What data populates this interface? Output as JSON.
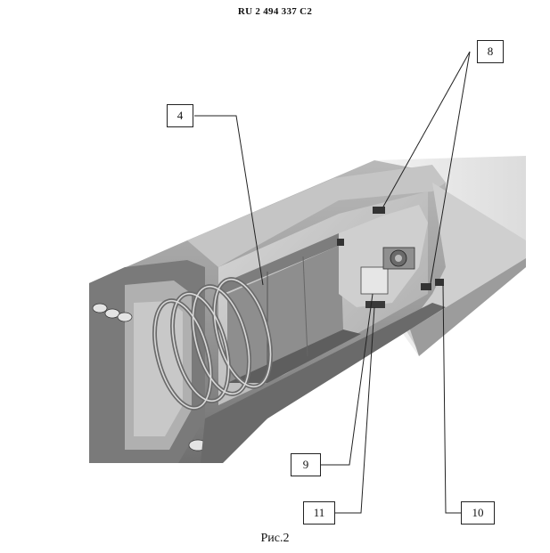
{
  "document": {
    "header": "RU   2 494 337   C2",
    "caption": "Рис.2"
  },
  "callouts": [
    {
      "id": "4",
      "label": "4"
    },
    {
      "id": "8",
      "label": "8"
    },
    {
      "id": "9",
      "label": "9"
    },
    {
      "id": "11",
      "label": "11"
    },
    {
      "id": "10",
      "label": "10"
    }
  ],
  "figure": {
    "colors": {
      "outer_shell": "#8a8a8a",
      "inner_light": "#d6d6d6",
      "dark": "#555555",
      "background_haze": "#e8e8e8"
    }
  }
}
